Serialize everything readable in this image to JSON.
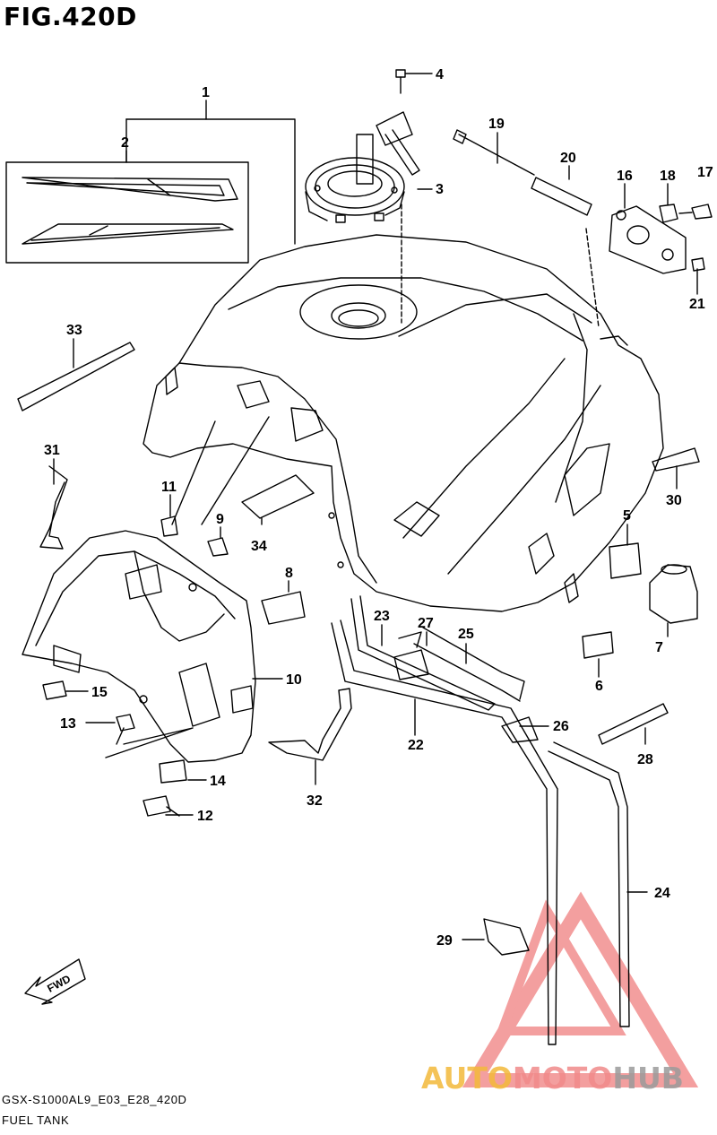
{
  "figure": {
    "title": "FIG.420D",
    "model_code": "GSX-S1000AL9_E03_E28_420D",
    "section_name": "FUEL TANK",
    "direction_label": "FWD"
  },
  "callouts": [
    "1",
    "2",
    "3",
    "4",
    "5",
    "6",
    "7",
    "8",
    "9",
    "10",
    "11",
    "12",
    "13",
    "14",
    "15",
    "16",
    "17",
    "18",
    "19",
    "20",
    "21",
    "22",
    "23",
    "24",
    "25",
    "26",
    "27",
    "28",
    "29",
    "30",
    "31",
    "32",
    "33",
    "34"
  ],
  "watermark": {
    "part_a": "AUTO",
    "part_b": "MOTO",
    "part_c": "HUB",
    "colors": {
      "a": "#f2b93a",
      "b": "#f08a8a",
      "c": "#9a9a9a",
      "logo": "#f07f7f"
    }
  },
  "colors": {
    "line": "#000000",
    "background": "#ffffff"
  }
}
